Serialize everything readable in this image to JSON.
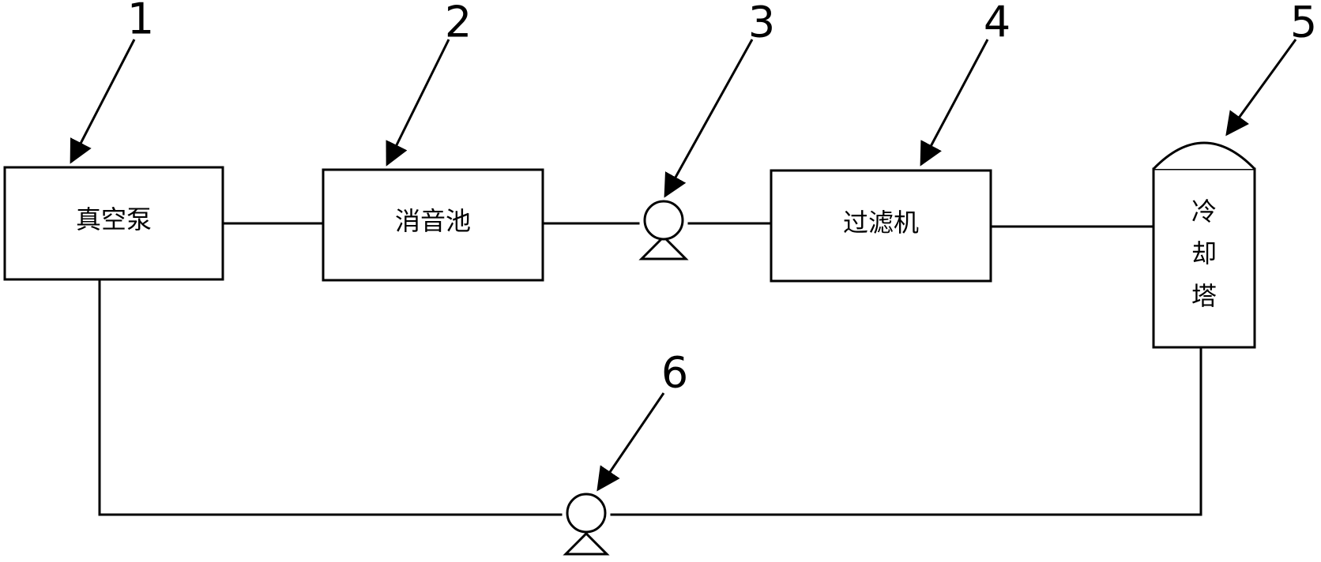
{
  "components": {
    "vacuum_pump": {
      "label": "真空泵",
      "number": "1"
    },
    "muffler_tank": {
      "label": "消音池",
      "number": "2"
    },
    "pump_top": {
      "number": "3"
    },
    "filter": {
      "label": "过滤机",
      "number": "4"
    },
    "cooling_tower": {
      "label": [
        "冷",
        "却",
        "塔"
      ],
      "number": "5"
    },
    "pump_bottom": {
      "number": "6"
    }
  },
  "colors": {
    "line": "#000000",
    "background": "#ffffff"
  }
}
